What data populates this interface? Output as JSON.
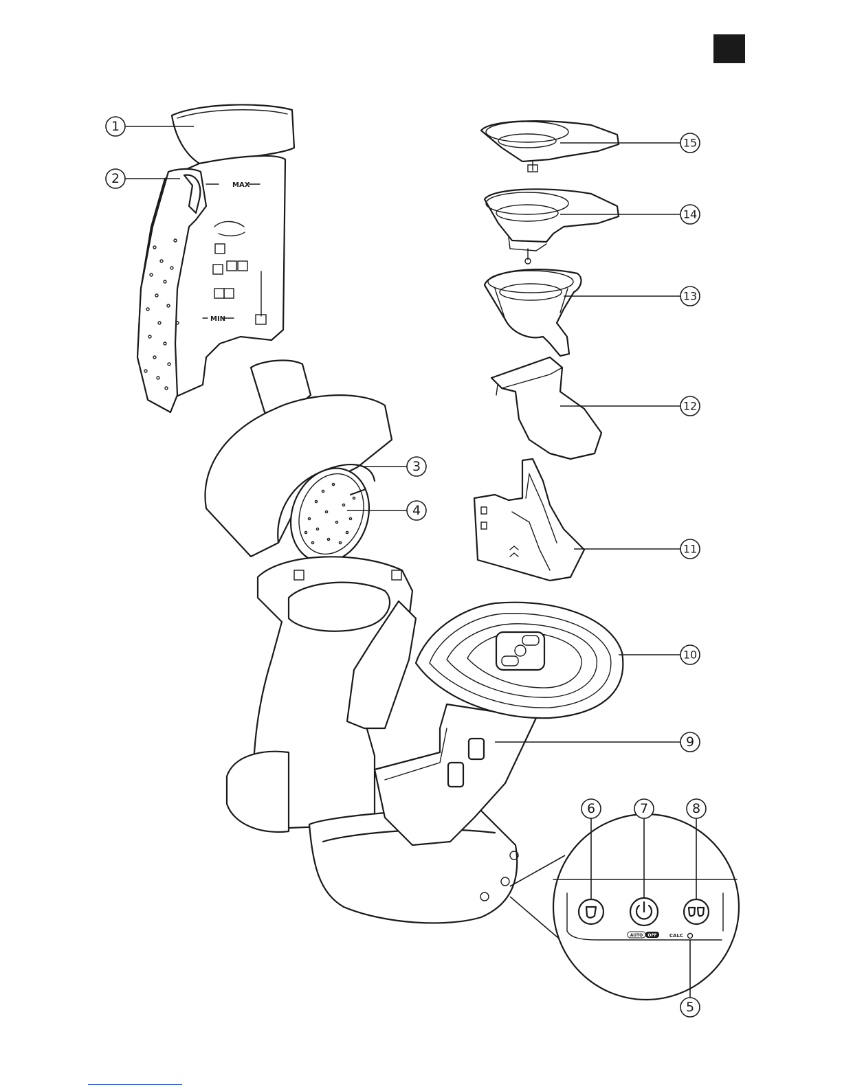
{
  "callouts": [
    {
      "id": "1",
      "label": "1"
    },
    {
      "id": "2",
      "label": "2"
    },
    {
      "id": "3",
      "label": "3"
    },
    {
      "id": "4",
      "label": "4"
    },
    {
      "id": "5",
      "label": "5"
    },
    {
      "id": "6",
      "label": "6"
    },
    {
      "id": "7",
      "label": "7"
    },
    {
      "id": "8",
      "label": "8"
    },
    {
      "id": "9",
      "label": "9"
    },
    {
      "id": "10",
      "label": "10"
    },
    {
      "id": "11",
      "label": "11"
    },
    {
      "id": "12",
      "label": "12"
    },
    {
      "id": "13",
      "label": "13"
    },
    {
      "id": "14",
      "label": "14"
    },
    {
      "id": "15",
      "label": "15"
    }
  ],
  "tank": {
    "max_label": "MAX",
    "min_label": "MIN"
  },
  "control_panel": {
    "auto_label": "AUTO",
    "off_label": "OFF",
    "calc_label": "CALC"
  },
  "icons": [
    "one-cup-icon",
    "power-icon",
    "two-cups-icon"
  ],
  "colors": {
    "ink": "#1a1a1a",
    "background": "#ffffff",
    "footer_link": "#3a5fcd"
  }
}
